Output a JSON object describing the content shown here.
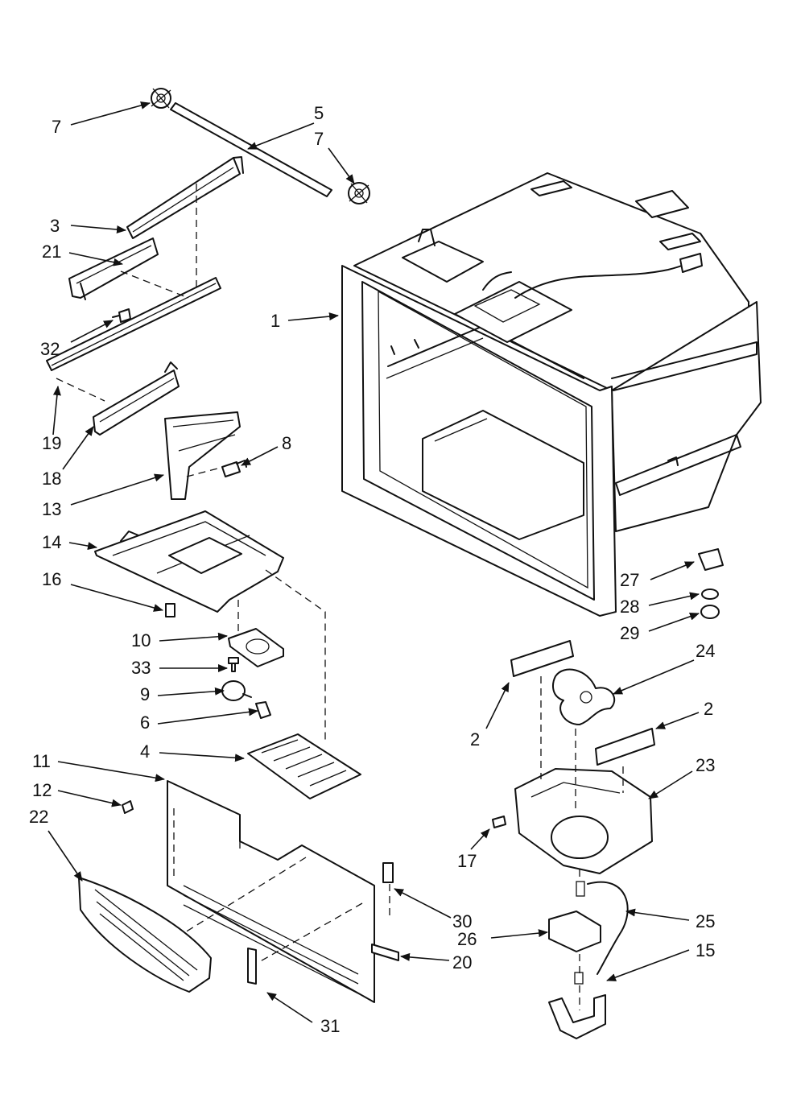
{
  "callouts": {
    "c1": "1",
    "c2a": "2",
    "c2b": "2",
    "c3": "3",
    "c4": "4",
    "c5": "5",
    "c6": "6",
    "c7a": "7",
    "c7b": "7",
    "c8": "8",
    "c9": "9",
    "c10": "10",
    "c11": "11",
    "c12": "12",
    "c13": "13",
    "c14": "14",
    "c15": "15",
    "c16": "16",
    "c17": "17",
    "c18": "18",
    "c19": "19",
    "c20": "20",
    "c21": "21",
    "c22": "22",
    "c23": "23",
    "c24": "24",
    "c25": "25",
    "c26": "26",
    "c27": "27",
    "c28": "28",
    "c29": "29",
    "c30": "30",
    "c31": "31",
    "c32": "32",
    "c33": "33"
  }
}
